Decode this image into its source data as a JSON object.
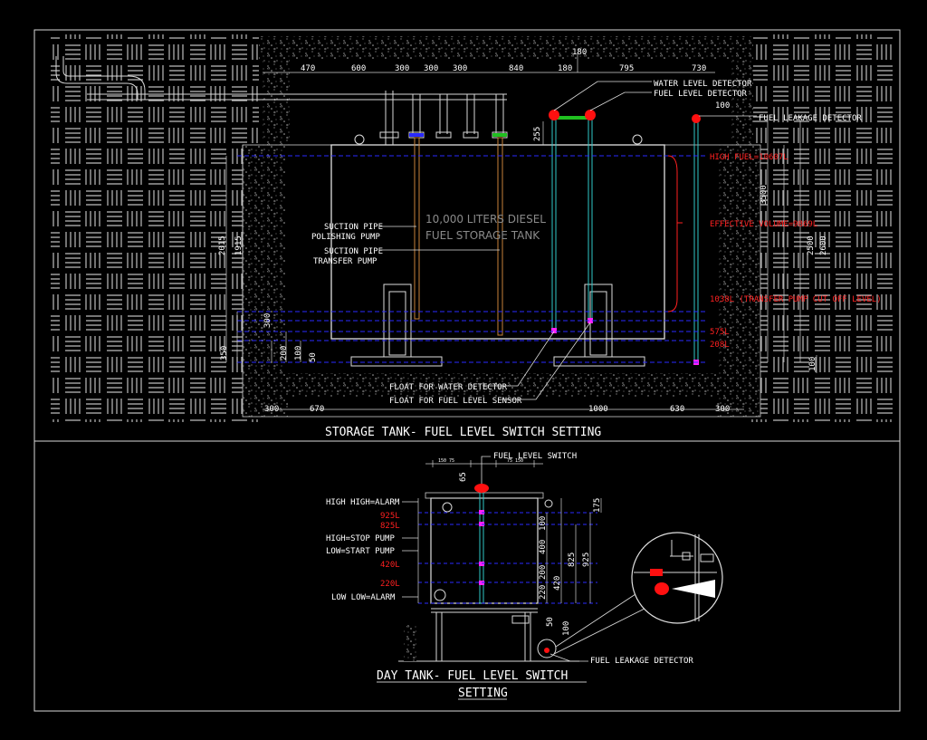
{
  "colors": {
    "background": "#000000",
    "linework": "#ffffff",
    "hatch": "#9a9a9a",
    "level_line": "#2a2aff",
    "red_text": "#ff2020",
    "pipe_orange": "#c8823a",
    "pipe_cyan": "#30c8c8",
    "float_magenta": "#ff20ff",
    "detector_red": "#ff1010",
    "detector_green": "#20c020"
  },
  "storage_tank": {
    "title": "STORAGE TANK- FUEL LEVEL SWITCH SETTING",
    "tank_label_1": "10,000 LITERS DIESEL",
    "tank_label_2": "FUEL STORAGE TANK",
    "callouts": {
      "water_detector": "WATER LEVEL DETECTOR",
      "fuel_detector": "FUEL LEVEL DETECTOR",
      "leak_detector": "FUEL LEAKAGE DETECTOR",
      "suction_polish_1": "SUCTION PIPE",
      "suction_polish_2": "POLISHING PUMP",
      "suction_transfer_1": "SUCTION PIPE",
      "suction_transfer_2": "TRANSFER PUMP",
      "float_water": "FLOAT FOR WATER DETECTOR",
      "float_fuel": "FLOAT FOR FUEL LEVEL SENSOR"
    },
    "levels": {
      "high_fuel": "HIGH FUEL=10607L",
      "effective_volume": "EFFECTIVE VOLUME=9869L",
      "cutoff": "1038L (TRANSFER PUMP CUT OFF LEVEL)",
      "l575": "575L",
      "l208": "208L"
    },
    "dims_top": [
      "470",
      "600",
      "300",
      "300",
      "300",
      "840",
      "180",
      "795",
      "730"
    ],
    "dim_180_top": "180",
    "dim_100": "100",
    "dim_255": "255",
    "dims_bottom": [
      "300",
      "670",
      "1000",
      "630",
      "300"
    ],
    "dims_left": {
      "d2015": "2015",
      "d1915": "1915",
      "d300": "300",
      "d350": "350",
      "d200": "200",
      "d100": "100",
      "d50": "50"
    },
    "dims_right": {
      "d3500": "3500",
      "d2500": "2500",
      "d2600": "2600",
      "d100r": "100"
    }
  },
  "day_tank": {
    "title_1": "DAY TANK- FUEL LEVEL SWITCH",
    "title_2": "SETTING",
    "fuel_level_switch": "FUEL LEVEL SWITCH",
    "leak_detector": "FUEL LEAKAGE DETECTOR",
    "labels": {
      "high_high": "HIGH HIGH=ALARM",
      "high": "HIGH=STOP PUMP",
      "low": "LOW=START PUMP",
      "low_low": "LOW LOW=ALARM"
    },
    "levels": {
      "l925": "925L",
      "l825": "825L",
      "l420": "420L",
      "l220": "220L"
    },
    "dims": {
      "d65": "65",
      "d100": "100",
      "d400": "400",
      "d200": "200",
      "d220": "220",
      "d175": "175",
      "d825": "825",
      "d420": "420",
      "d925": "925",
      "d50": "50",
      "d100b": "100"
    }
  }
}
